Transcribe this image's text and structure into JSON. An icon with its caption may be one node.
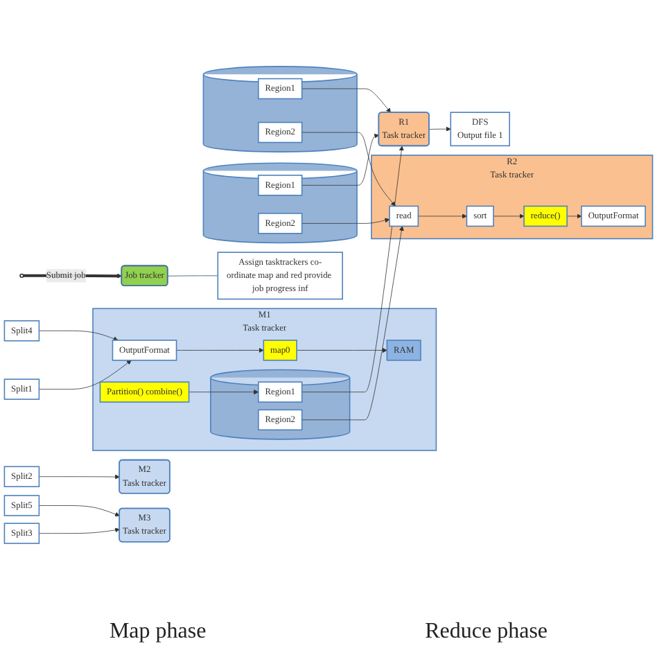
{
  "diagram": {
    "nodes": [
      {
        "text": [],
        "shape": "circle"
      },
      {
        "text": [
          "Job tracker"
        ]
      },
      {
        "text": [
          "Assign tasktrackers co-ordinate map and red provide job progress inf"
        ]
      },
      {
        "text": [
          "M1",
          "Task tracker"
        ]
      },
      {
        "text": [
          "OutputFormat"
        ],
        "in": 3
      },
      {
        "text": [
          "map0"
        ],
        "in": 3
      },
      {
        "text": [
          "RAM"
        ],
        "in": 3
      },
      {
        "text": [
          "Partition() combine()"
        ],
        "in": 3
      },
      {
        "text": [],
        "shape": "cylinder",
        "in": 3
      },
      {
        "text": [
          "Region1"
        ],
        "in": 8
      },
      {
        "text": [
          "Region2"
        ],
        "in": 8
      },
      {
        "text": [
          "Split1"
        ]
      },
      {
        "text": [
          "Split2"
        ]
      },
      {
        "text": [
          "Split3"
        ]
      },
      {
        "text": [
          "Split4"
        ]
      },
      {
        "text": [
          "Split5"
        ]
      },
      {
        "text": [
          "M2",
          "Task tracker"
        ]
      },
      {
        "text": [],
        "shape": "cylinder"
      },
      {
        "text": [
          "Region1"
        ],
        "in": 17
      },
      {
        "text": [
          "Region2"
        ],
        "in": 17
      },
      {
        "text": [
          "M3",
          "Task tracker"
        ]
      },
      {
        "text": [],
        "shape": "cylinder"
      },
      {
        "text": [
          "Region1"
        ],
        "in": 21
      },
      {
        "text": [
          "Region2"
        ],
        "in": 21
      },
      {
        "text": [
          "R1",
          "Task tracker"
        ]
      },
      {
        "text": [
          "DFS",
          "Output file 1"
        ]
      },
      {
        "text": [
          "R2",
          "Task tracker"
        ]
      },
      {
        "text": [
          "sort"
        ],
        "in": 26
      },
      {
        "text": [
          "read"
        ],
        "in": 26
      },
      {
        "text": [
          "reduce()"
        ],
        "in": 26
      },
      {
        "text": [
          "OutputFormat"
        ],
        "in": 26
      }
    ],
    "edges": [
      {
        "from": 0,
        "to": 1,
        "arrow": "to",
        "label": "Submit job",
        "style": "thick"
      },
      {
        "from": 1,
        "to": 2,
        "arrow": "none",
        "color": "#1f4e79"
      },
      {
        "from": 11,
        "to": 4,
        "arrow": "to"
      },
      {
        "from": 14,
        "to": 4,
        "arrow": "to"
      },
      {
        "from": 12,
        "to": 16,
        "arrow": "to"
      },
      {
        "from": 13,
        "to": 20,
        "arrow": "to"
      },
      {
        "from": 15,
        "to": 20,
        "arrow": "to"
      },
      {
        "from": 4,
        "to": 5,
        "arrow": "to"
      },
      {
        "from": 5,
        "to": 6,
        "arrow": "to"
      },
      {
        "from": 7,
        "to": 9,
        "arrow": "to"
      },
      {
        "from": 9,
        "to": 24,
        "arrow": "to"
      },
      {
        "from": 10,
        "to": 28,
        "arrow": "to"
      },
      {
        "from": 18,
        "to": 24,
        "arrow": "to"
      },
      {
        "from": 19,
        "to": 28,
        "arrow": "to"
      },
      {
        "from": 22,
        "to": 24,
        "arrow": "to"
      },
      {
        "from": 23,
        "to": 28,
        "arrow": "to"
      },
      {
        "from": 24,
        "to": 25,
        "arrow": "to"
      },
      {
        "from": 28,
        "to": 27,
        "arrow": "to"
      },
      {
        "from": 27,
        "to": 29,
        "arrow": "to"
      },
      {
        "from": 29,
        "to": 30,
        "arrow": "to"
      }
    ],
    "labels": [
      "Map phase",
      "Reduce phase"
    ]
  }
}
